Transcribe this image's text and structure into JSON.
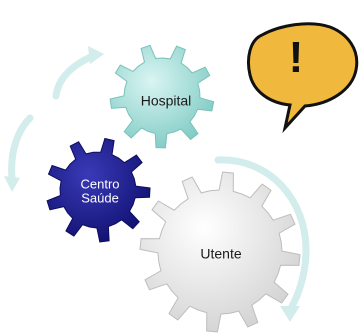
{
  "diagram": {
    "nodes": [
      {
        "id": "hospital",
        "label": "Hospital",
        "color": "#8fd8d2"
      },
      {
        "id": "centro-saude",
        "label_lines": [
          "Centro",
          "Saúde"
        ],
        "color": "#1a1a8c"
      },
      {
        "id": "utente",
        "label": "Utente",
        "color": "#e6e6e6"
      }
    ],
    "alert": {
      "symbol": "!",
      "color": "#f0b83c"
    },
    "arrow_color": "#d3ecec"
  }
}
